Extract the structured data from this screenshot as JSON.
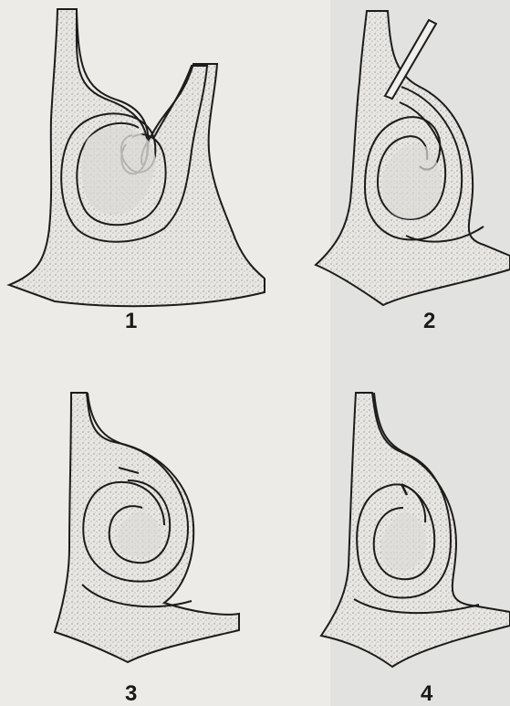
{
  "figures": [
    {
      "label": "1"
    },
    {
      "label": "2"
    },
    {
      "label": "3"
    },
    {
      "label": "4"
    }
  ],
  "colors": {
    "stipple": "#8a8a8a",
    "tissue": "#e4e3df",
    "lumen": "#d9d9d6",
    "line": "#1c1c1c",
    "background": "#ecebe7"
  }
}
